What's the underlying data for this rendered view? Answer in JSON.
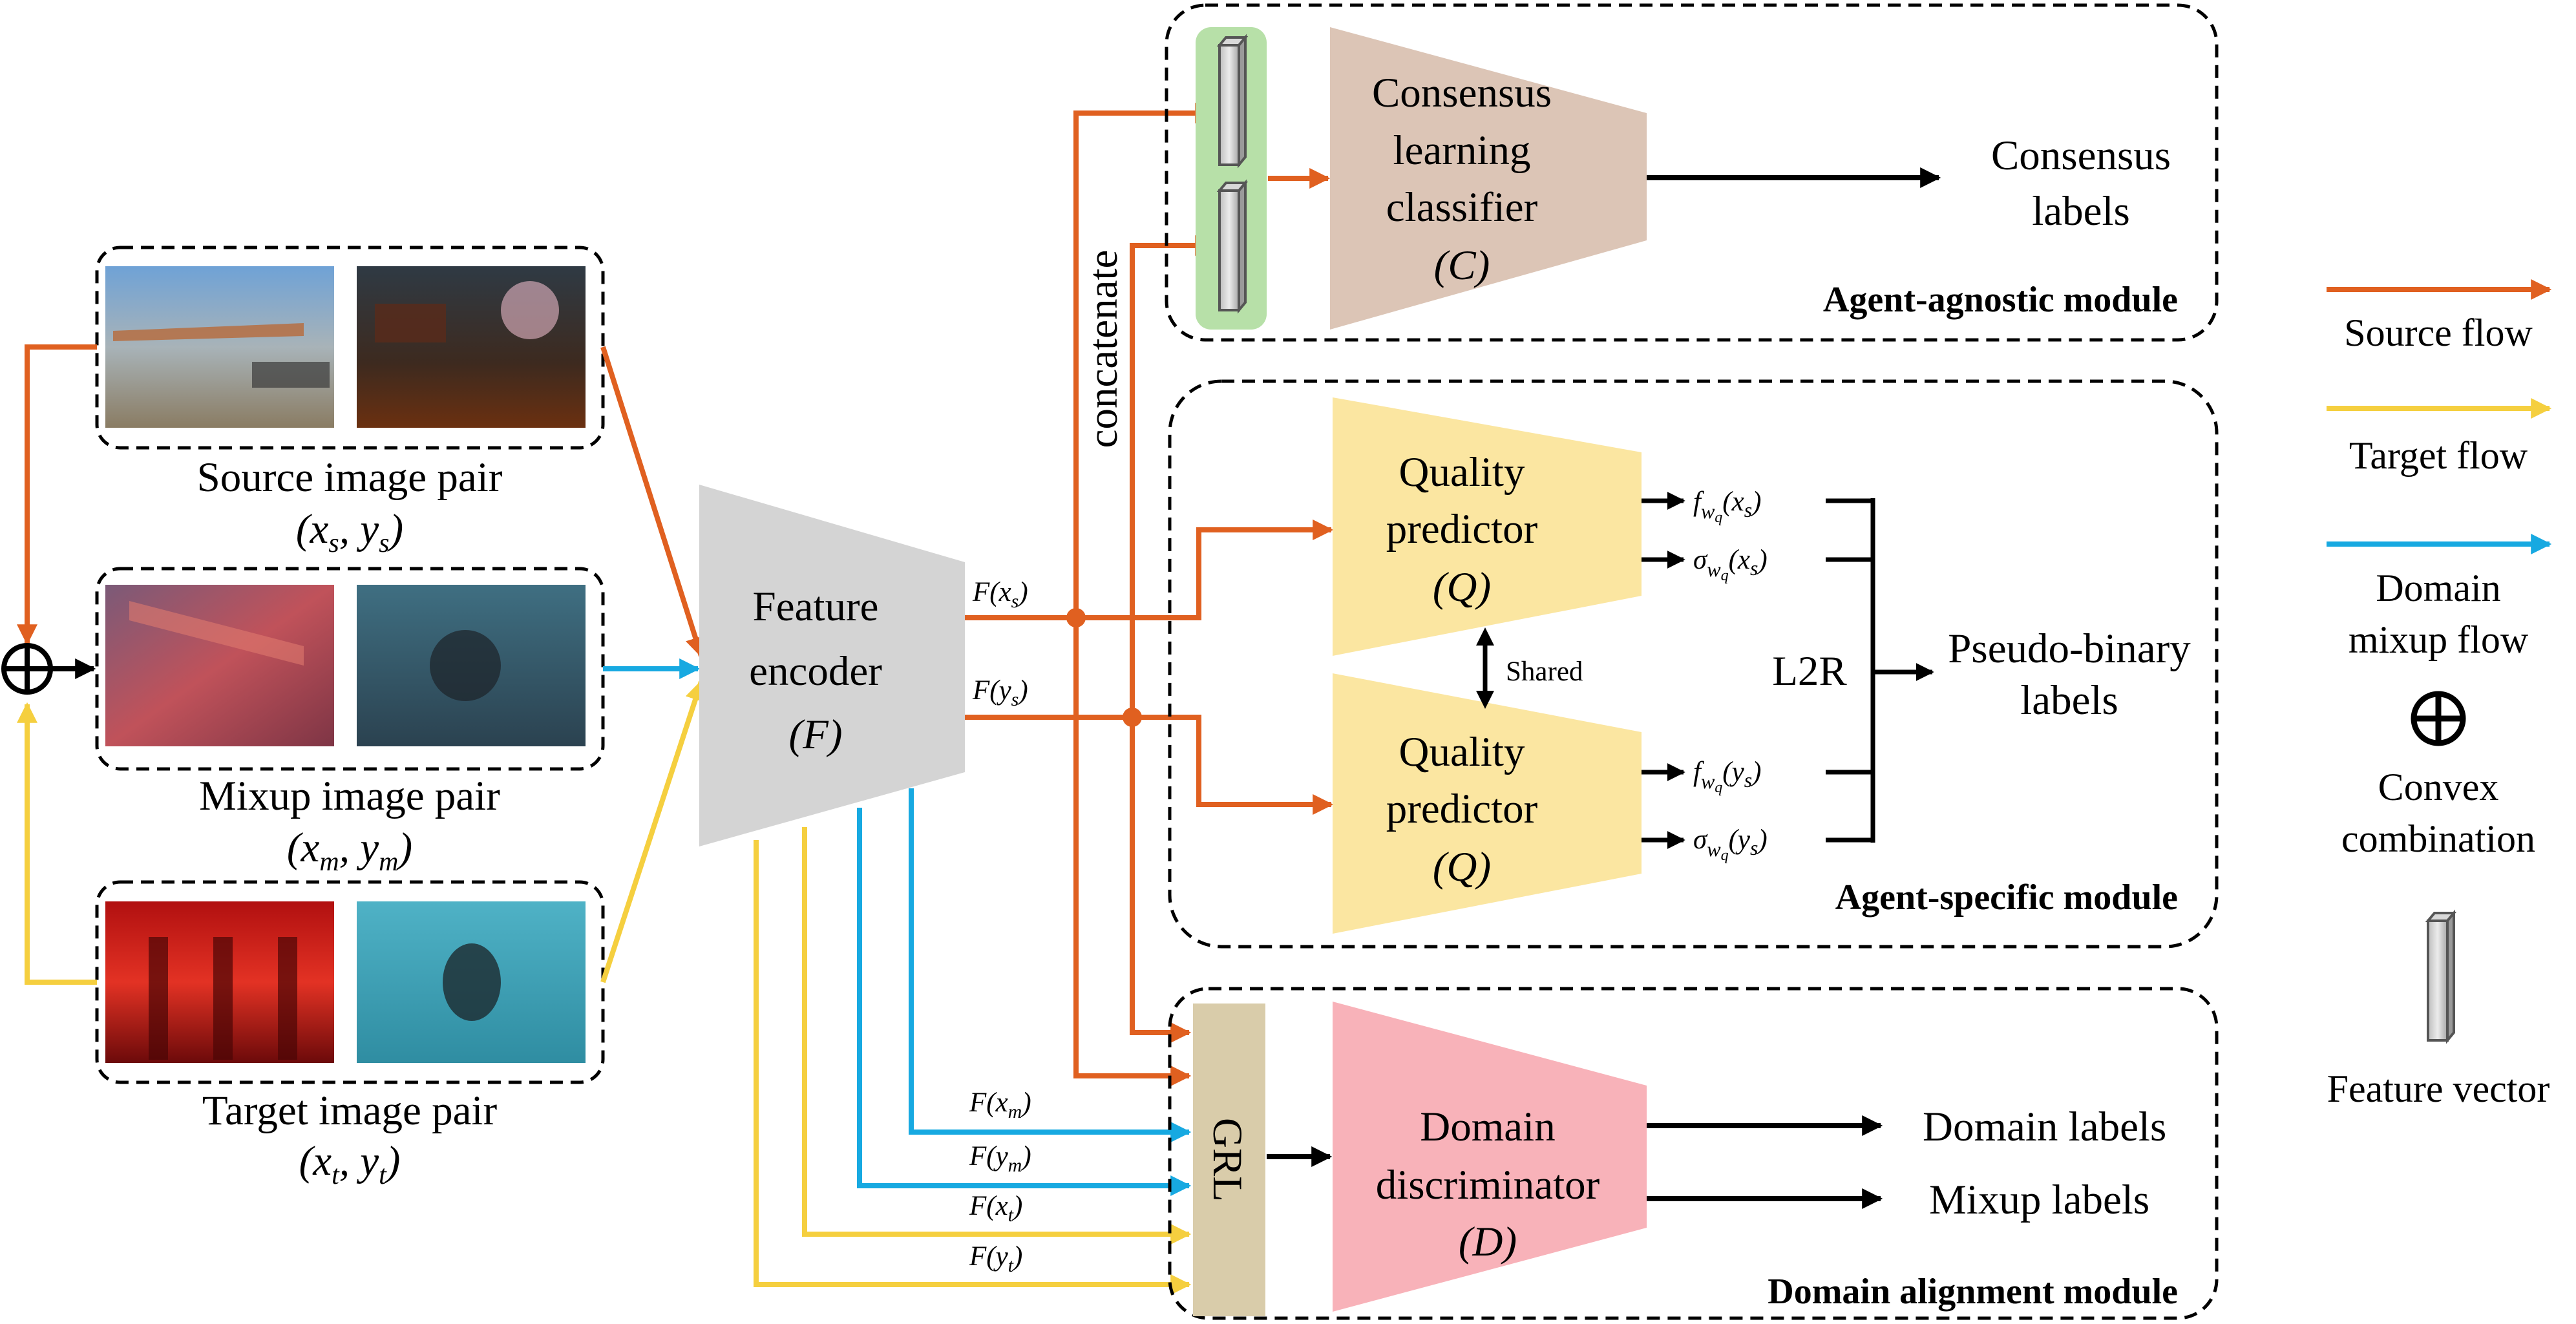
{
  "colors": {
    "source": "#e06020",
    "target": "#f5cf3f",
    "mixup": "#17a9e1",
    "encoder": "#d4d4d4",
    "consensus": "#dcc5b6",
    "quality": "#fbe6a1",
    "discriminator": "#f8b2b9",
    "grl": "#d9ccaa",
    "concat_bg": "#b7e0a8"
  },
  "image_pairs": {
    "source": {
      "title": "Source image pair",
      "math": "(x_s, y_s)"
    },
    "mixup": {
      "title": "Mixup image pair",
      "math": "(x_m, y_m)"
    },
    "target": {
      "title": "Target image pair",
      "math": "(x_t, y_t)"
    }
  },
  "encoder": {
    "line1": "Feature",
    "line2": "encoder",
    "line3": "(F)"
  },
  "features": {
    "fxs": "F(x_s)",
    "fys": "F(y_s)",
    "fxm": "F(x_m)",
    "fym": "F(y_m)",
    "fxt": "F(x_t)",
    "fyt": "F(y_t)"
  },
  "concatenate": "concatenate",
  "consensus": {
    "line1": "Consensus",
    "line2": "learning",
    "line3": "classifier",
    "line4": "(C)",
    "output_line1": "Consensus",
    "output_line2": "labels",
    "module": "Agent-agnostic module"
  },
  "quality": {
    "line1": "Quality",
    "line2": "predictor",
    "line3": "(Q)",
    "shared": "Shared",
    "out_f_x": "f_wq(x_s)",
    "out_s_x": "σ_wq(x_s)",
    "out_f_y": "f_wq(y_s)",
    "out_s_y": "σ_wq(y_s)",
    "l2r": "L2R",
    "pseudo_line1": "Pseudo-binary",
    "pseudo_line2": "labels",
    "module": "Agent-specific module"
  },
  "discriminator": {
    "grl": "GRL",
    "line1": "Domain",
    "line2": "discriminator",
    "line3": "(D)",
    "out1": "Domain labels",
    "out2": "Mixup labels",
    "module": "Domain alignment module"
  },
  "legend": {
    "source_flow": "Source flow",
    "target_flow": "Target flow",
    "mixup_flow_line1": "Domain",
    "mixup_flow_line2": "mixup flow",
    "convex_line1": "Convex",
    "convex_line2": "combination",
    "feature_vector": "Feature vector"
  }
}
